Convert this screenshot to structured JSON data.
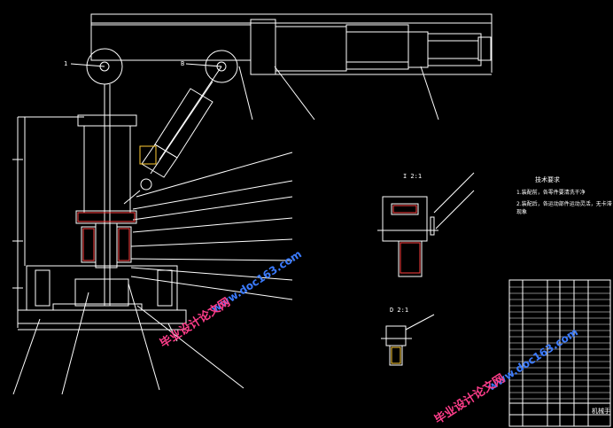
{
  "drawing": {
    "labels": {
      "lbl_1": "1",
      "lbl_b": "B",
      "section_top": "I  2:1",
      "section_bottom": "D  2:1",
      "title_block_name": "机械手"
    },
    "tech_requirements": {
      "heading": "技术要求",
      "line1": "1.装配前，各零件要清洗干净",
      "line2": "2.装配后，各运动部件运动灵活，无卡滞现象"
    },
    "watermarks": {
      "url_a": "www.doc163.com",
      "cn_a": "毕业设计论文网",
      "url_b": "www.doc163.com",
      "cn_b": "毕业设计论文网"
    }
  }
}
